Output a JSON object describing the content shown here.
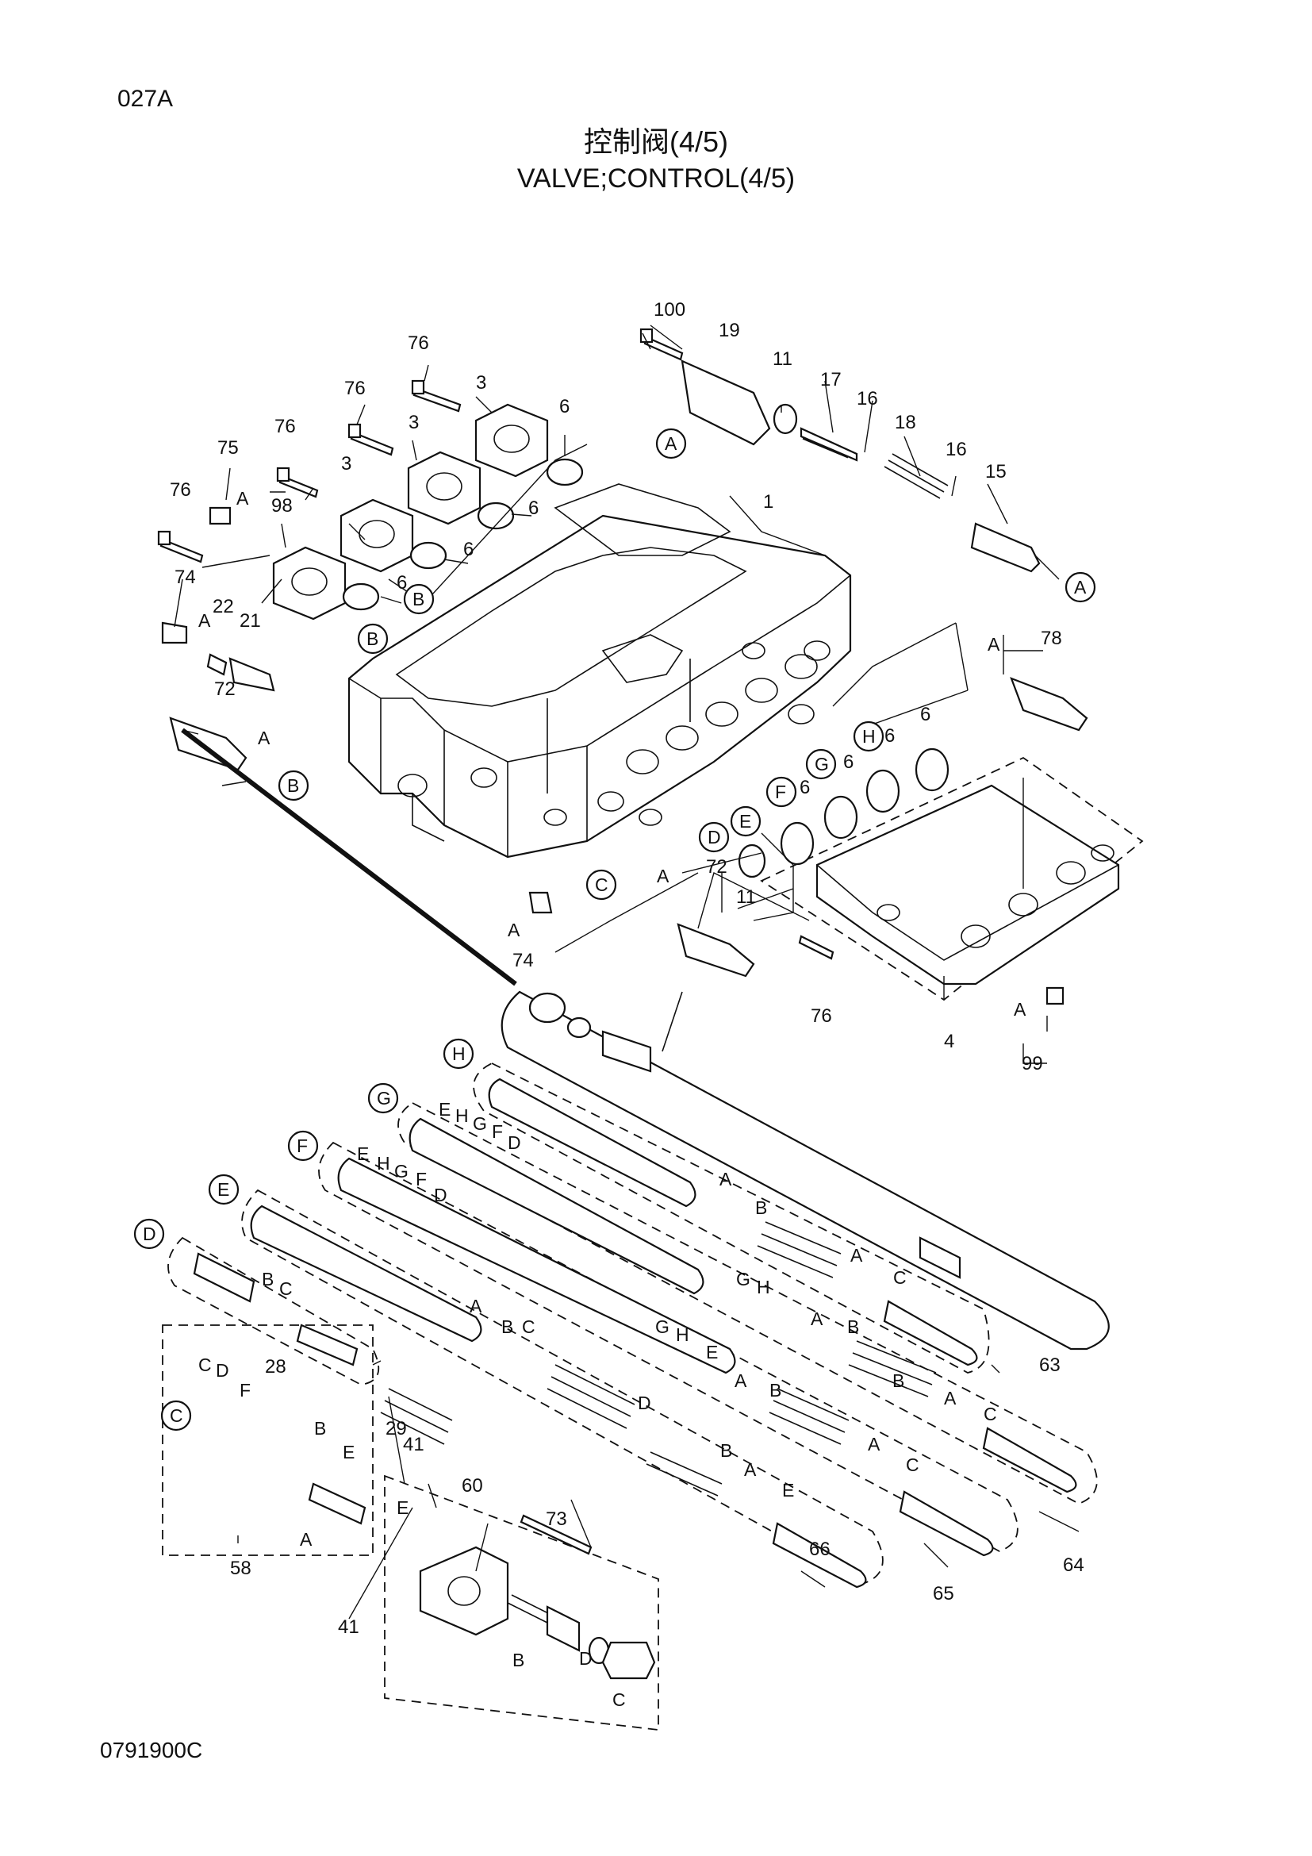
{
  "header": {
    "page_code": "027A",
    "title_cn": "控制阀(4/5)",
    "title_en": "VALVE;CONTROL(4/5)"
  },
  "footer": {
    "drawing_number": "0791900C"
  },
  "callout_numbers": [
    "100",
    "19",
    "11",
    "17",
    "16",
    "18",
    "16",
    "15",
    "76",
    "3",
    "6",
    "76",
    "3",
    "6",
    "76",
    "3",
    "6",
    "75",
    "98",
    "6",
    "76",
    "1",
    "74",
    "22",
    "21",
    "78",
    "72",
    "6",
    "6",
    "6",
    "6",
    "6",
    "11",
    "74",
    "72",
    "76",
    "4",
    "99",
    "63",
    "64",
    "65",
    "66",
    "28",
    "29",
    "41",
    "60",
    "73",
    "41",
    "58"
  ],
  "circle_refs": [
    "A",
    "A",
    "B",
    "B",
    "B",
    "C",
    "D",
    "E",
    "F",
    "G",
    "H",
    "H",
    "G",
    "F",
    "E",
    "D",
    "C"
  ],
  "letter_labels": [
    "A",
    "A",
    "A",
    "A",
    "A",
    "A",
    "A",
    "A",
    "A",
    "A",
    "A",
    "A",
    "A",
    "A",
    "A",
    "A",
    "B",
    "B",
    "B",
    "B",
    "B",
    "B",
    "B",
    "B",
    "B",
    "B",
    "C",
    "C",
    "C",
    "C",
    "C",
    "C",
    "C",
    "C",
    "D",
    "D",
    "D",
    "D",
    "D",
    "E",
    "E",
    "E",
    "E",
    "E",
    "E",
    "F",
    "F",
    "F",
    "G",
    "G",
    "G",
    "G",
    "H",
    "H",
    "H",
    "H"
  ]
}
